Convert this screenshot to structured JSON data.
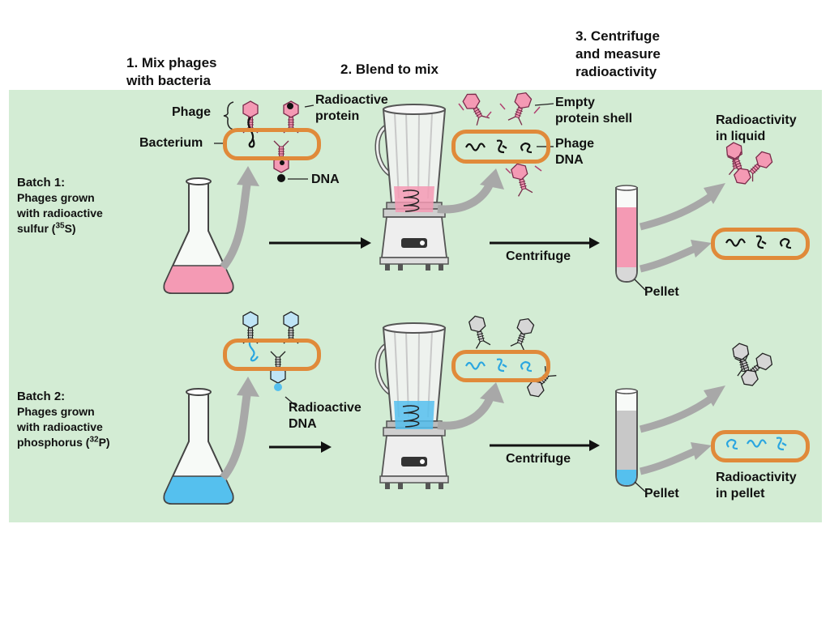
{
  "steps": {
    "s1_line1": "1. Mix phages",
    "s1_line2": "with bacteria",
    "s2": "2. Blend to mix",
    "s3_line1": "3. Centrifuge",
    "s3_line2": "and measure",
    "s3_line3": "radioactivity"
  },
  "batch1": {
    "title": "Batch 1:",
    "line1": "Phages grown",
    "line2": "with radioactive",
    "line3_pre": "sulfur (",
    "isotope_mass": "35",
    "isotope_symbol": "S)"
  },
  "batch2": {
    "title": "Batch 2:",
    "line1": "Phages grown",
    "line2": "with radioactive",
    "line3_pre": "phosphorus (",
    "isotope_mass": "32",
    "isotope_symbol": "P)"
  },
  "labels": {
    "phage": "Phage",
    "bacterium": "Bacterium",
    "radioactive_protein_1": "Radioactive",
    "radioactive_protein_2": "protein",
    "dna": "DNA",
    "empty_shell_1": "Empty",
    "empty_shell_2": "protein shell",
    "phage_dna_1": "Phage",
    "phage_dna_2": "DNA",
    "centrifuge_1": "Centrifuge",
    "centrifuge_2": "Centrifuge",
    "pellet_1": "Pellet",
    "pellet_2": "Pellet",
    "radio_liquid_1": "Radioactivity",
    "radio_liquid_2": "in liquid",
    "radio_dna_1": "Radioactive",
    "radio_dna_2": "DNA",
    "radio_pellet_1": "Radioactivity",
    "radio_pellet_2": "in pellet"
  },
  "colors": {
    "panel": "#d3ecd4",
    "cell_border": "#e08a3a",
    "cell_fill": "#fdf7d8",
    "sulfur_pink": "#f49ab4",
    "phosphorus_blue": "#55c0ee",
    "arrow_gray": "#a8a8a8"
  }
}
